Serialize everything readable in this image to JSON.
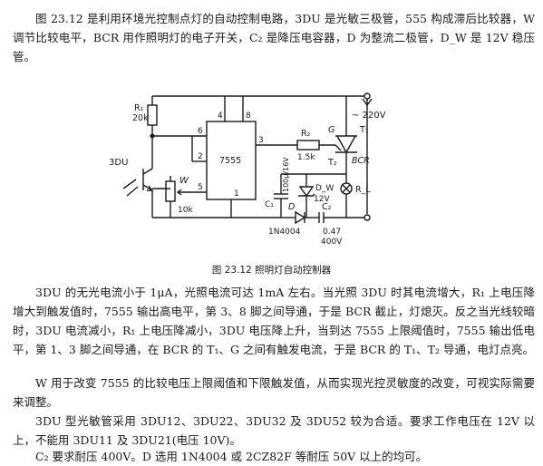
{
  "intro": "图 23.12 是利用环境光控制点灯的自动控制电路，3DU 是光敏三极管，555 构成滞后比较器，W 调节比较电平，BCR 用作照明灯的电子开关，C₂ 是降压电容器，D 为整流二极管，D_W 是 12V 稳压管。",
  "figure": {
    "labels": {
      "r1_name": "R₁",
      "r1_value": "20k",
      "phototransistor": "3DU",
      "pot_name": "W",
      "pot_value": "10k",
      "ic_name": "7555",
      "pin4": "4",
      "pin8": "8",
      "pin6": "6",
      "pin2": "2",
      "pin5": "5",
      "pin1": "1",
      "pin3": "3",
      "r2_name": "R₂",
      "r2_value": "1.5k",
      "gate": "G",
      "t1": "T₁",
      "t2": "T₂",
      "bcr": "BCR",
      "mains": "~ 220V",
      "c1_name": "C₁",
      "c1_value": "100μ/16V",
      "dw_name": "D_W",
      "dw_value": "12V",
      "lamp": "R_L",
      "diode_name": "D",
      "diode_part": "1N4004",
      "c2_name": "C₂",
      "c2_value": "0.47",
      "c2_voltage": "400V"
    },
    "caption": "图 23.12   照明灯自动控制器"
  },
  "body": {
    "working": "3DU 的无光电流小于 1μA，光照电流可达 1mA 左右。当光照 3DU 时其电流增大，R₁ 上电压降增大到触发值时，7555 输出高电平，第 3、8 脚之间导通，于是 BCR 截止，灯熄灭。反之当光线较暗时，3DU 电流减小，R₁ 上电压降减小，3DU 电压降上升，当到达 7555 上限阈值时，7555 输出低电平，第 1、3 脚之间导通，在 BCR 的 T₁、G 之间有触发电流，于是 BCR 的 T₁、T₂ 导通，电灯点亮。",
    "adjust": "W 用于改变 7555 的比较电压上限阈值和下限触发值，从而实现光控灵敏度的改变，可视实际需要来调整。",
    "tube": "3DU 型光敏管采用 3DU12、3DU22、3DU32 及 3DU52 较为合适。要求工作电压在 12V 以上，不能用 3DU11 及 3DU21(电压 10V)。",
    "caps": "C₂ 要求耐压 400V。D 选用 1N4004 或 2CZ82F 等耐压 50V 以上的均可。"
  }
}
